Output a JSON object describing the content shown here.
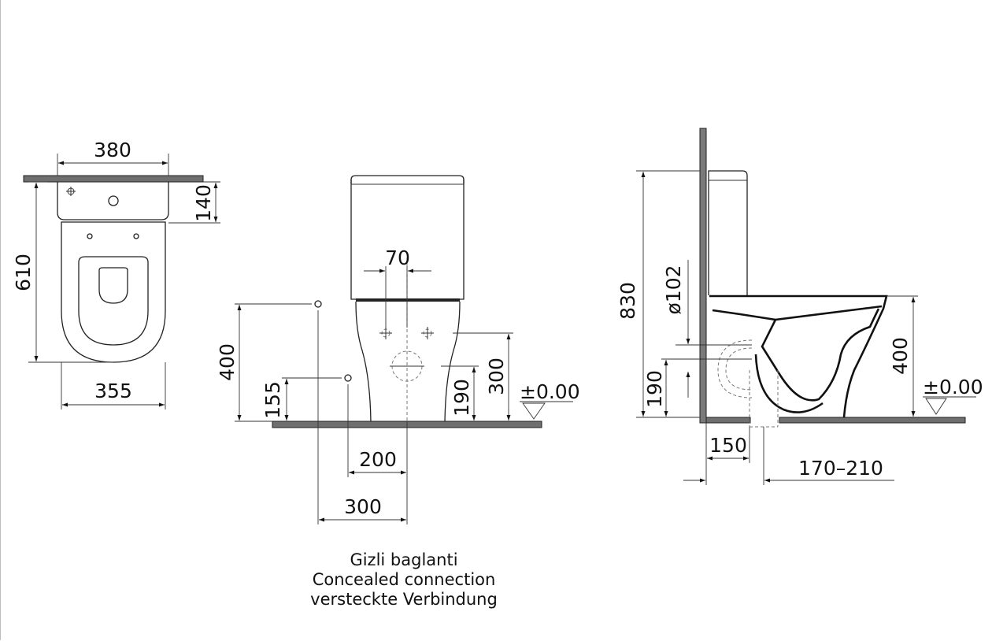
{
  "top_view": {
    "width_top": "380",
    "width_bottom": "355",
    "depth": "610",
    "tank_depth": "140"
  },
  "front_view": {
    "valve_spacing": "70",
    "connection_height_left": "400",
    "connection_height_low": "155",
    "outlet_height": "190",
    "valve_height": "300",
    "floor_level": "±0.00",
    "offset_200": "200",
    "offset_300": "300"
  },
  "side_view": {
    "total_height": "830",
    "pipe_diameter": "ø102",
    "outlet_height": "190",
    "seat_height": "400",
    "floor_level": "±0.00",
    "wall_offset": "150",
    "outlet_distance": "170–210"
  },
  "caption": {
    "line1": "Gizli baglanti",
    "line2": "Concealed connection",
    "line3": "versteckte Verbindung"
  }
}
